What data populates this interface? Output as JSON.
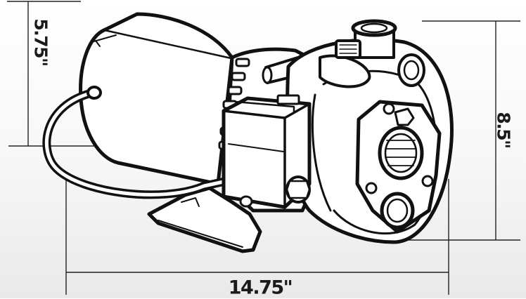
{
  "dimensions": {
    "motor_height": "5.75\"",
    "overall_height": "8.5\"",
    "overall_length": "14.75\""
  },
  "colors": {
    "outline": "#111111",
    "dimension_line": "#222222",
    "body_fill": "#ffffff",
    "shade": "#d9d9d9"
  }
}
